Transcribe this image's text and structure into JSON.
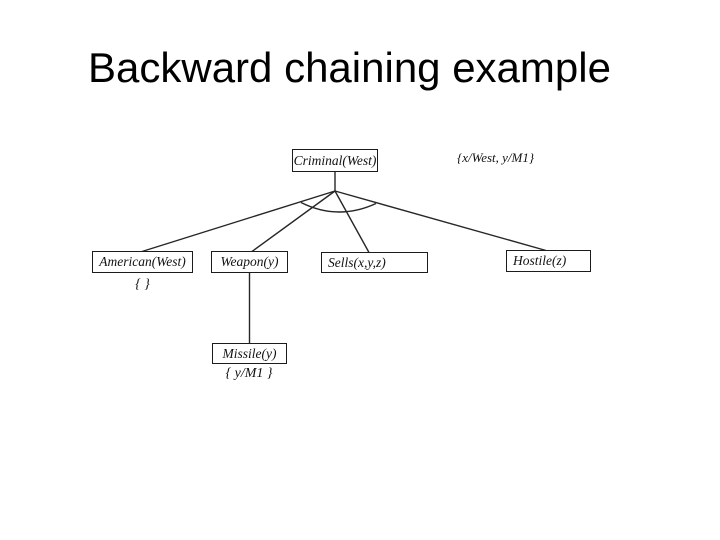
{
  "slide": {
    "title": "Backward chaining example"
  },
  "diagram": {
    "annotation": "{x/West, y/M1}",
    "nodes": {
      "criminal": {
        "label": "Criminal(West)"
      },
      "american": {
        "label": "American(West)",
        "substitution": "{ }"
      },
      "weapon": {
        "label": "Weapon(y)"
      },
      "sells": {
        "label": "Sells(x,y,z)"
      },
      "hostile": {
        "label": "Hostile(z)"
      },
      "missile": {
        "label": "Missile(y)",
        "substitution": "{ y/M1 }"
      }
    },
    "colors": {
      "background": "#ffffff",
      "line": "#262626",
      "box_border": "#1c1c1c",
      "text": "#121212",
      "title_text": "#000000"
    }
  }
}
